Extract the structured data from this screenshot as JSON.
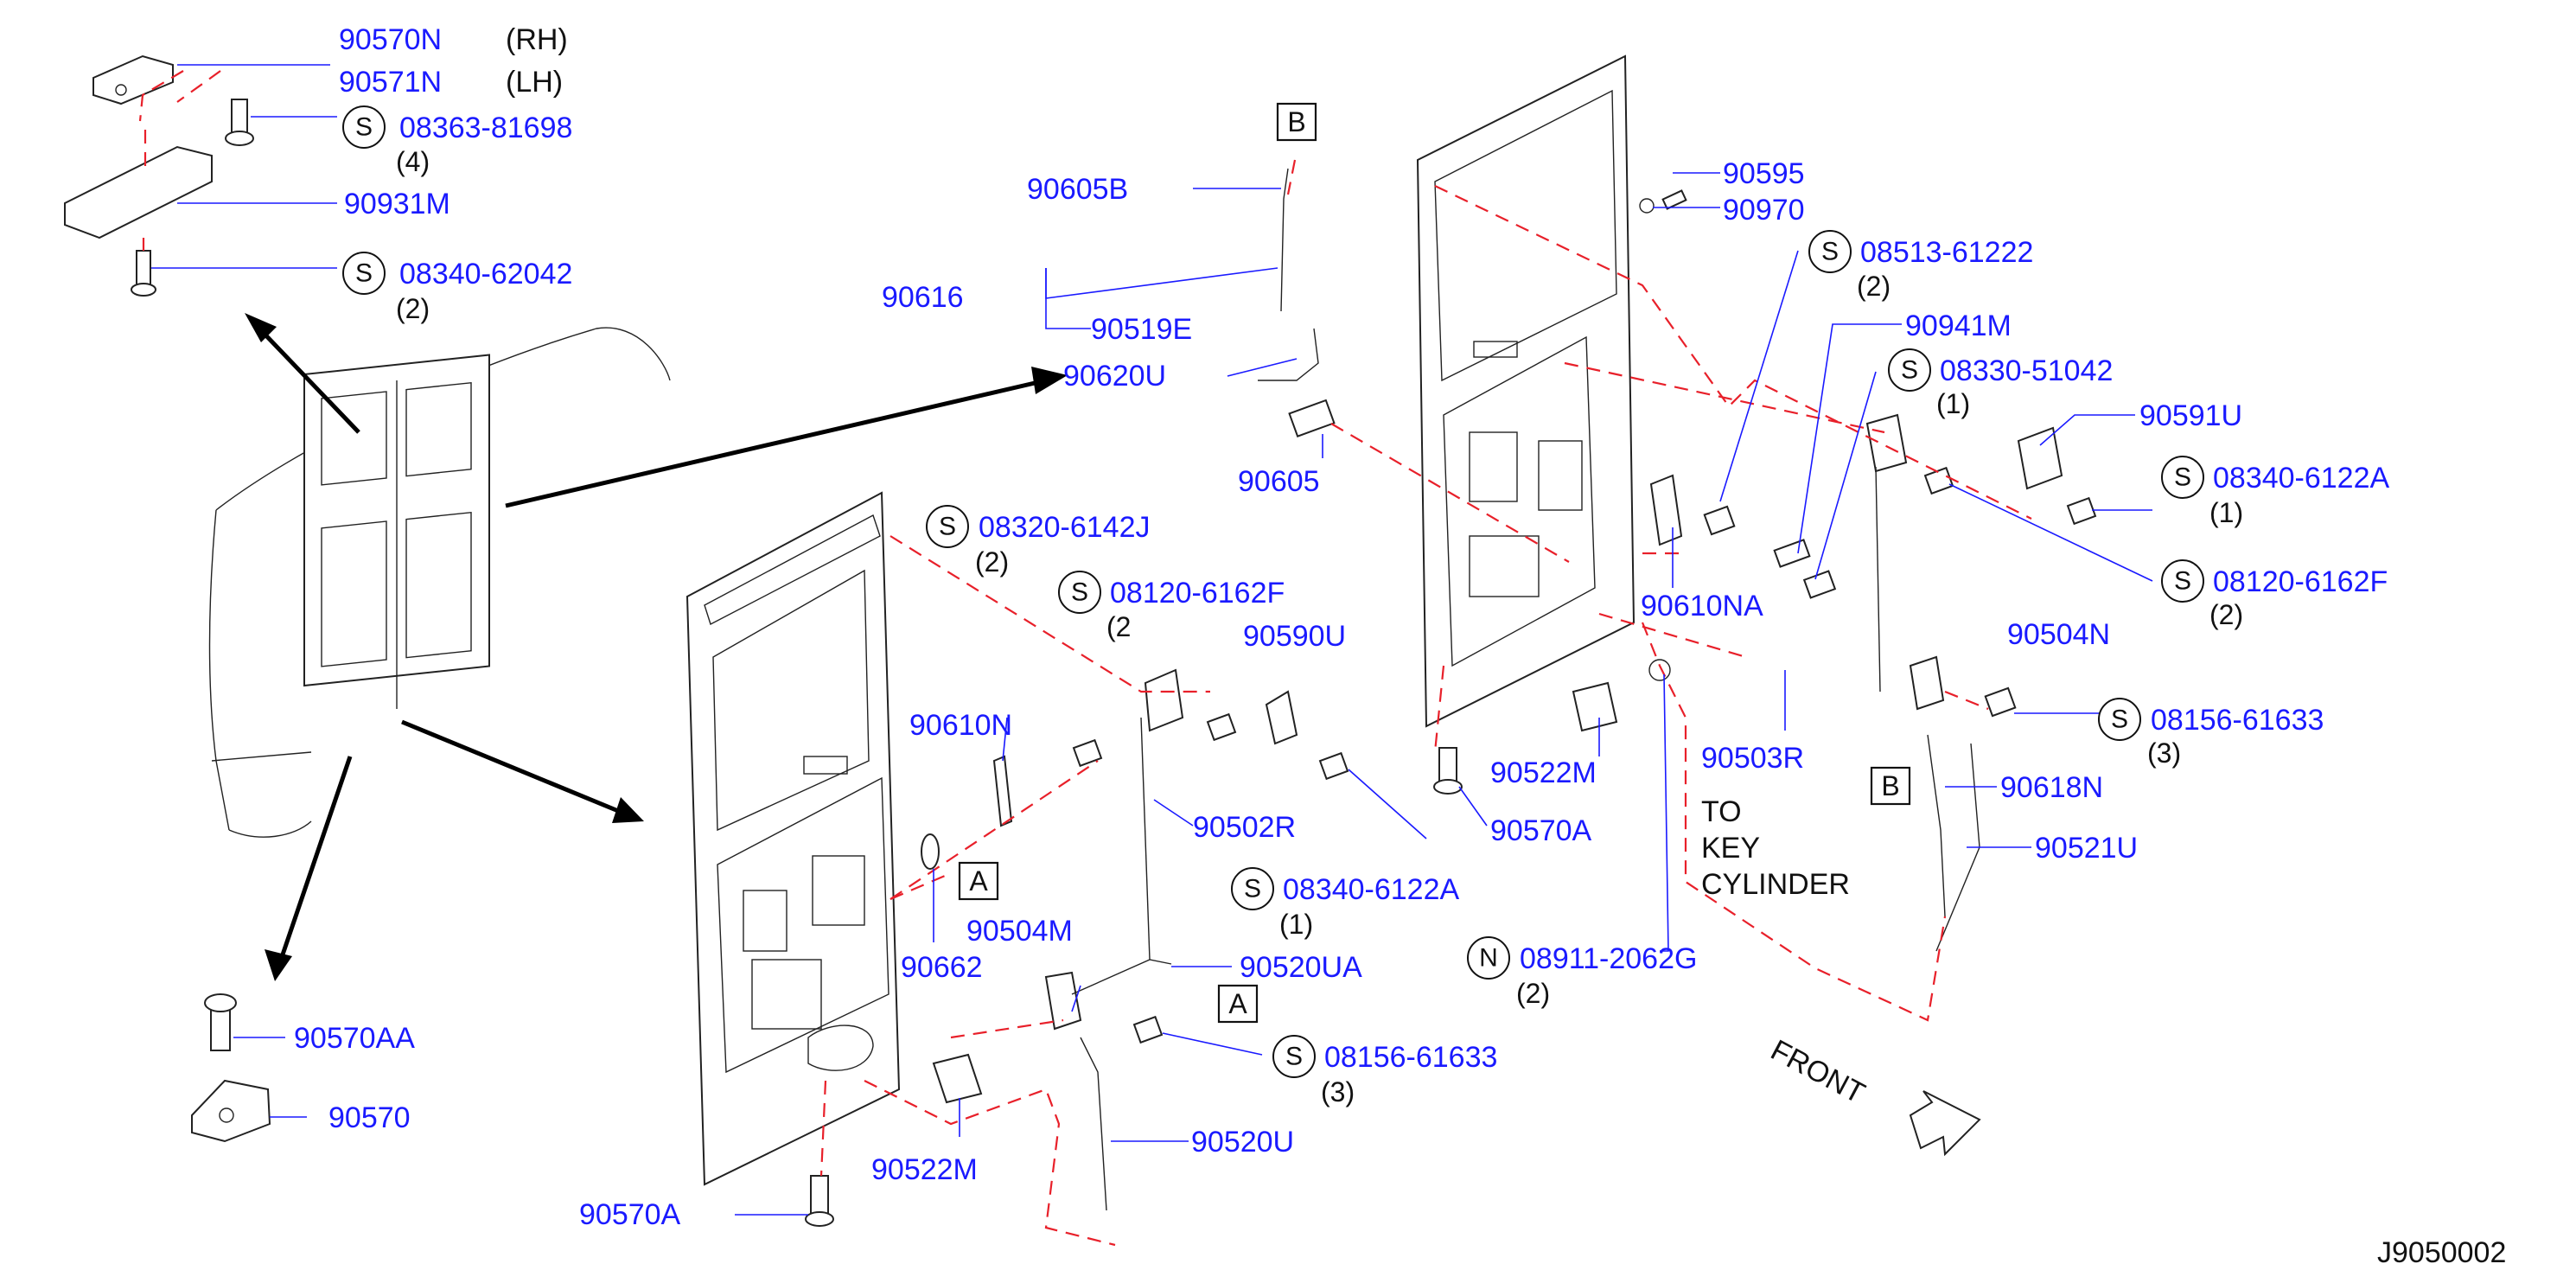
{
  "labels": {
    "p90570N": "90570N",
    "rh": "(RH)",
    "p90571N": "90571N",
    "lh": "(LH)",
    "p08363": "08363-81698",
    "q4": "(4)",
    "p90931M": "90931M",
    "p08340_62042": "08340-62042",
    "q2a": "(2)",
    "p90570AA": "90570AA",
    "p90570": "90570",
    "p90605B": "90605B",
    "p90616": "90616",
    "p90519E": "90519E",
    "p90620U": "90620U",
    "p90605": "90605",
    "p08320": "08320-6142J",
    "q2b": "(2)",
    "p08120_a": "08120-6162F",
    "q2c": "(2",
    "p90590U": "90590U",
    "p90610N": "90610N",
    "p90662": "90662",
    "p90502R": "90502R",
    "p90504M": "90504M",
    "p90520UA": "90520UA",
    "p08340_6122A_a": "08340-6122A",
    "q1a": "(1)",
    "p08156_a": "08156-61633",
    "q3a": "(3)",
    "p90520U": "90520U",
    "p90522M_a": "90522M",
    "p90570A_a": "90570A",
    "p90595": "90595",
    "p90970": "90970",
    "p08513": "08513-61222",
    "q2d": "(2)",
    "p90941M": "90941M",
    "p08330": "08330-51042",
    "q1b": "(1)",
    "p90591U": "90591U",
    "p08340_6122A_b": "08340-6122A",
    "q1c": "(1)",
    "p08120_b": "08120-6162F",
    "q2e": "(2)",
    "p90504N": "90504N",
    "p90610NA": "90610NA",
    "p08156_b": "08156-61633",
    "q3b": "(3)",
    "p90503R": "90503R",
    "p90618N": "90618N",
    "p90521U": "90521U",
    "p90522M_b": "90522M",
    "p90570A_b": "90570A",
    "to1": "TO",
    "to2": "KEY",
    "to3": "CYLINDER",
    "p08911": "08911-2062G",
    "q2f": "(2)",
    "front": "FRONT",
    "diagram_id": "J9050002"
  },
  "badges": {
    "s": "S",
    "n": "N"
  },
  "refs": {
    "a": "A",
    "b": "B"
  },
  "colors": {
    "part_number": "#1a1aff",
    "phantom_line": "#e8202a",
    "outline": "#222222"
  }
}
